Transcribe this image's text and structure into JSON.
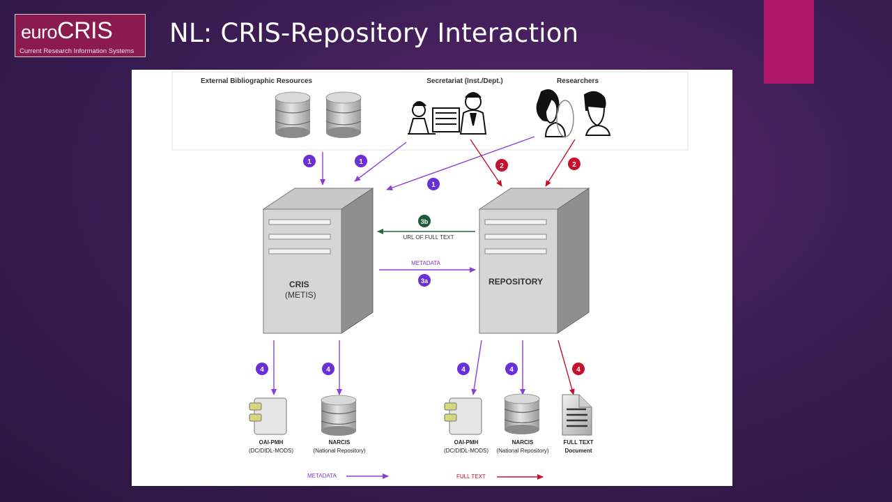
{
  "header": {
    "logo_main": "euro",
    "logo_main2": "CRIS",
    "logo_sub": "Current Research Information Systems",
    "title": "NL: CRIS-Repository Interaction"
  },
  "colors": {
    "purple": "#8a3fd1",
    "red": "#c8102e",
    "green": "#1f6b3a",
    "badge_purple": "#6a2fd6",
    "badge_red": "#c8102e",
    "badge_green": "#1d5b3a",
    "accent": "#b0166b"
  },
  "diagram": {
    "top_labels": {
      "external": "External Bibliographic Resources",
      "secretariat": "Secretariat (Inst./Dept.)",
      "researchers": "Researchers"
    },
    "badges": {
      "b1": "1",
      "b2": "2",
      "b3a": "3a",
      "b3b": "3b",
      "b4": "4"
    },
    "cris": {
      "line1": "CRIS",
      "line2": "(METIS)"
    },
    "repository": {
      "line1": "REPOSITORY"
    },
    "flow": {
      "url_full_text": "URL OF FULL TEXT",
      "metadata": "METADATA"
    },
    "outputs": {
      "oai1_a": "OAI-PMH",
      "oai1_b": "(DC/DIDL-MODS)",
      "narcis1_a": "NARCIS",
      "narcis1_b": "(National Repository)",
      "oai2_a": "OAI-PMH",
      "oai2_b": "(DC/DIDL-MODS)",
      "narcis2_a": "NARCIS",
      "narcis2_b": "(National Repository)",
      "fulltext_a": "FULL TEXT",
      "fulltext_b": "Document"
    },
    "legend": {
      "metadata": "METADATA",
      "full_text": "FULL TEXT"
    }
  }
}
